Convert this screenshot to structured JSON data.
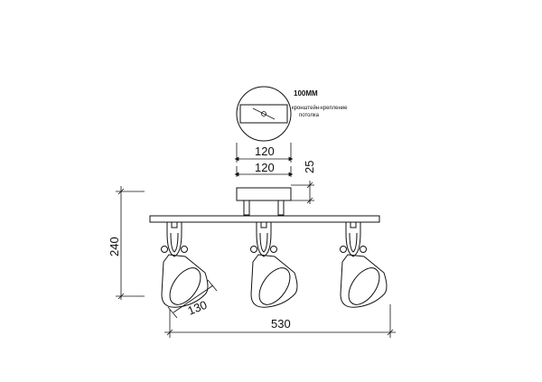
{
  "mount_plate": {
    "hole_spacing_label": "100MM",
    "note_line1": "кронштейн-крепление",
    "note_line2": "потолка"
  },
  "dimensions": {
    "plate_diameter": "120",
    "canopy_width": "120",
    "canopy_height": "25",
    "total_height": "240",
    "shade_length": "130",
    "total_width": "530"
  }
}
